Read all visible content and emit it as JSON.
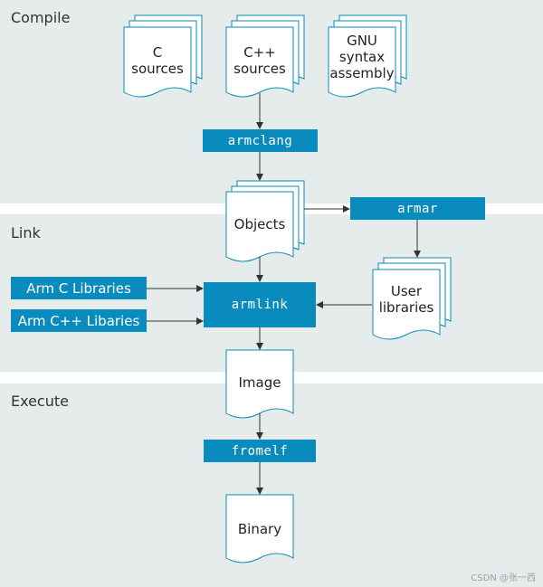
{
  "stages": {
    "compile": "Compile",
    "link": "Link",
    "execute": "Execute"
  },
  "documents": {
    "c_sources": "C\nsources",
    "cpp_sources": "C++\nsources",
    "gnu_assembly": "GNU\nsyntax\nassembly",
    "objects": "Objects",
    "user_libraries": "User\nlibraries",
    "image": "Image",
    "binary": "Binary"
  },
  "tools": {
    "armclang": "armclang",
    "armar": "armar",
    "armlink": "armlink",
    "fromelf": "fromelf"
  },
  "libraries": {
    "arm_c": "Arm C Libraries",
    "arm_cpp": "Arm C++ Libaries"
  },
  "watermark": "CSDN @张一西",
  "colors": {
    "band": "#e6ebeb",
    "tool": "#0a8bbd",
    "doc_border": "#0a8bbd",
    "arrow": "#333333"
  }
}
